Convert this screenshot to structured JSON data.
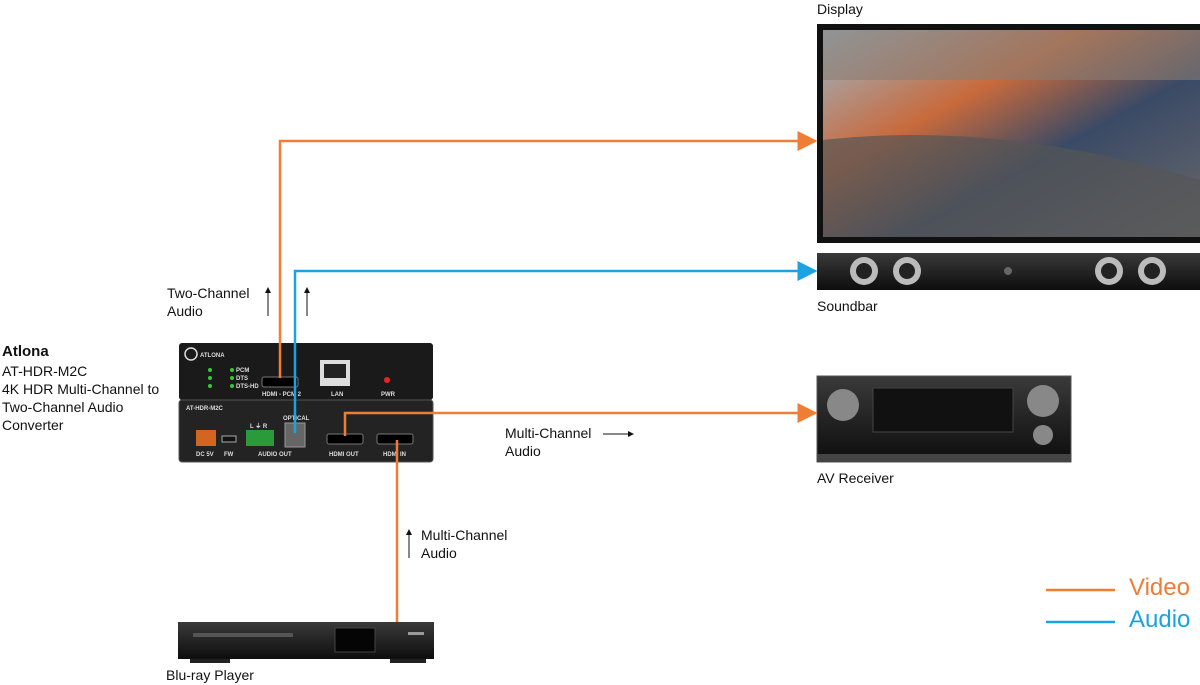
{
  "colors": {
    "video": "#ef7d33",
    "audio": "#1aa3e0"
  },
  "converter": {
    "brand": "Atlona",
    "model": "AT-HDR-M2C",
    "desc1": "4K HDR Multi-Channel to",
    "desc2": "Two-Channel Audio",
    "desc3": "Converter",
    "panel": {
      "logo": "ATLONA",
      "model_label": "AT-HDR-M2C",
      "leds": [
        "PCM",
        "DTS",
        "DTS-HD"
      ],
      "ports_top": [
        "HDMI - PCM 2",
        "LAN",
        "PWR"
      ],
      "ports_bottom": [
        "DC 5V",
        "FW",
        "AUDIO OUT",
        "OPTICAL",
        "HDMI OUT",
        "HDMI IN"
      ],
      "audio_pins": "L ⏚ R"
    }
  },
  "devices": {
    "display": "Display",
    "soundbar": "Soundbar",
    "receiver": "AV Receiver",
    "bluray": "Blu-ray Player"
  },
  "annotations": {
    "two_channel_1": "Two-Channel",
    "two_channel_2": "Audio",
    "multi_out_1": "Multi-Channel",
    "multi_out_2": "Audio",
    "multi_in_1": "Multi-Channel",
    "multi_in_2": "Audio"
  },
  "legend": {
    "video": "Video",
    "audio": "Audio"
  }
}
